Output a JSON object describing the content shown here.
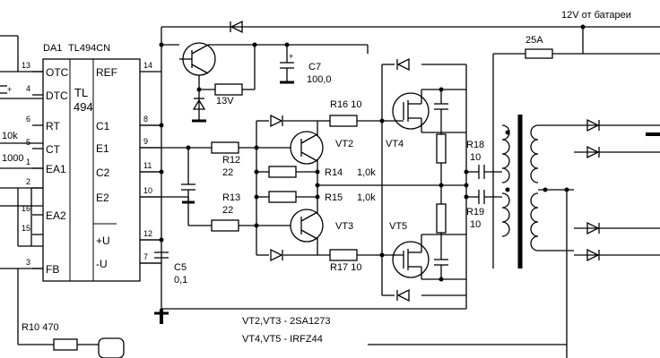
{
  "supply": {
    "label": "12V от батареи",
    "fuse": "25A"
  },
  "chip": {
    "ref": "DA1",
    "part": "TL494CN",
    "core_line1": "TL",
    "core_line2": "494",
    "left_pins": [
      {
        "num": "13",
        "name": "OTC"
      },
      {
        "num": "4",
        "name": "DTC"
      },
      {
        "num": "6",
        "name": "RT"
      },
      {
        "num": "5",
        "name": "CT"
      },
      {
        "num": "1",
        "name": "EA1"
      },
      {
        "num": "2",
        "name": ""
      },
      {
        "num": "16",
        "name": "EA2"
      },
      {
        "num": "15",
        "name": ""
      },
      {
        "num": "3",
        "name": "FB"
      }
    ],
    "right_pins": [
      {
        "num": "14",
        "name": "REF"
      },
      {
        "num": "8",
        "name": "C1"
      },
      {
        "num": "9",
        "name": "E1"
      },
      {
        "num": "11",
        "name": "C2"
      },
      {
        "num": "10",
        "name": "E2"
      },
      {
        "num": "12",
        "name": "+U"
      },
      {
        "num": "7",
        "name": "-U"
      }
    ]
  },
  "parts": {
    "r_left_10k": "10k",
    "r_left_1000": "1000",
    "zener": "13V",
    "c7_name": "C7",
    "c7_value": "100,0",
    "r16": "R16  10",
    "r12_name": "R12",
    "r12_value": "22",
    "r13_name": "R13",
    "r13_value": "22",
    "r14_name": "R14",
    "r14_value": "1,0k",
    "r15_name": "R15",
    "r15_value": "1,0k",
    "r17": "R17  10",
    "vt2": "VT2",
    "vt3": "VT3",
    "vt4": "VT4",
    "vt5": "VT5",
    "r18_name": "R18",
    "r18_value": "10",
    "r19_name": "R19",
    "r19_value": "10",
    "c5_name": "C5",
    "c5_value": "0,1",
    "r10": "R10  470"
  },
  "notes": {
    "line1": "VT2,VT3 - 2SA1273",
    "line2": "VT4,VT5 - IRFZ44"
  }
}
